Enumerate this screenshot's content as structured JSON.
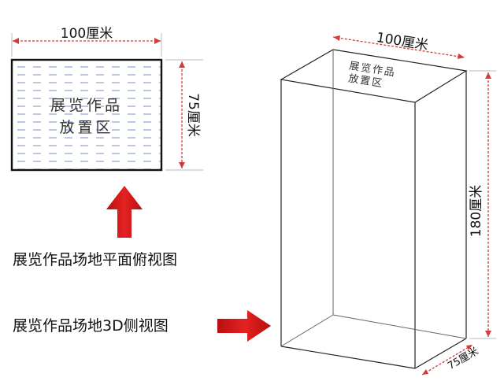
{
  "plan_view": {
    "width_label": "100厘米",
    "depth_label": "75厘米",
    "zone_line1": "展览作品",
    "zone_line2": "放置区",
    "caption": "展览作品场地平面俯视图"
  },
  "side_view": {
    "width_label": "100厘米",
    "height_label": "180厘米",
    "depth_label": "75厘米",
    "zone_line1": "展览作品",
    "zone_line2": "放置区",
    "caption": "展览作品场地3D侧视图"
  },
  "colors": {
    "arrow": "#d21414",
    "dimension_line": "#d43a3a",
    "hatch": "#8fa2cf"
  }
}
